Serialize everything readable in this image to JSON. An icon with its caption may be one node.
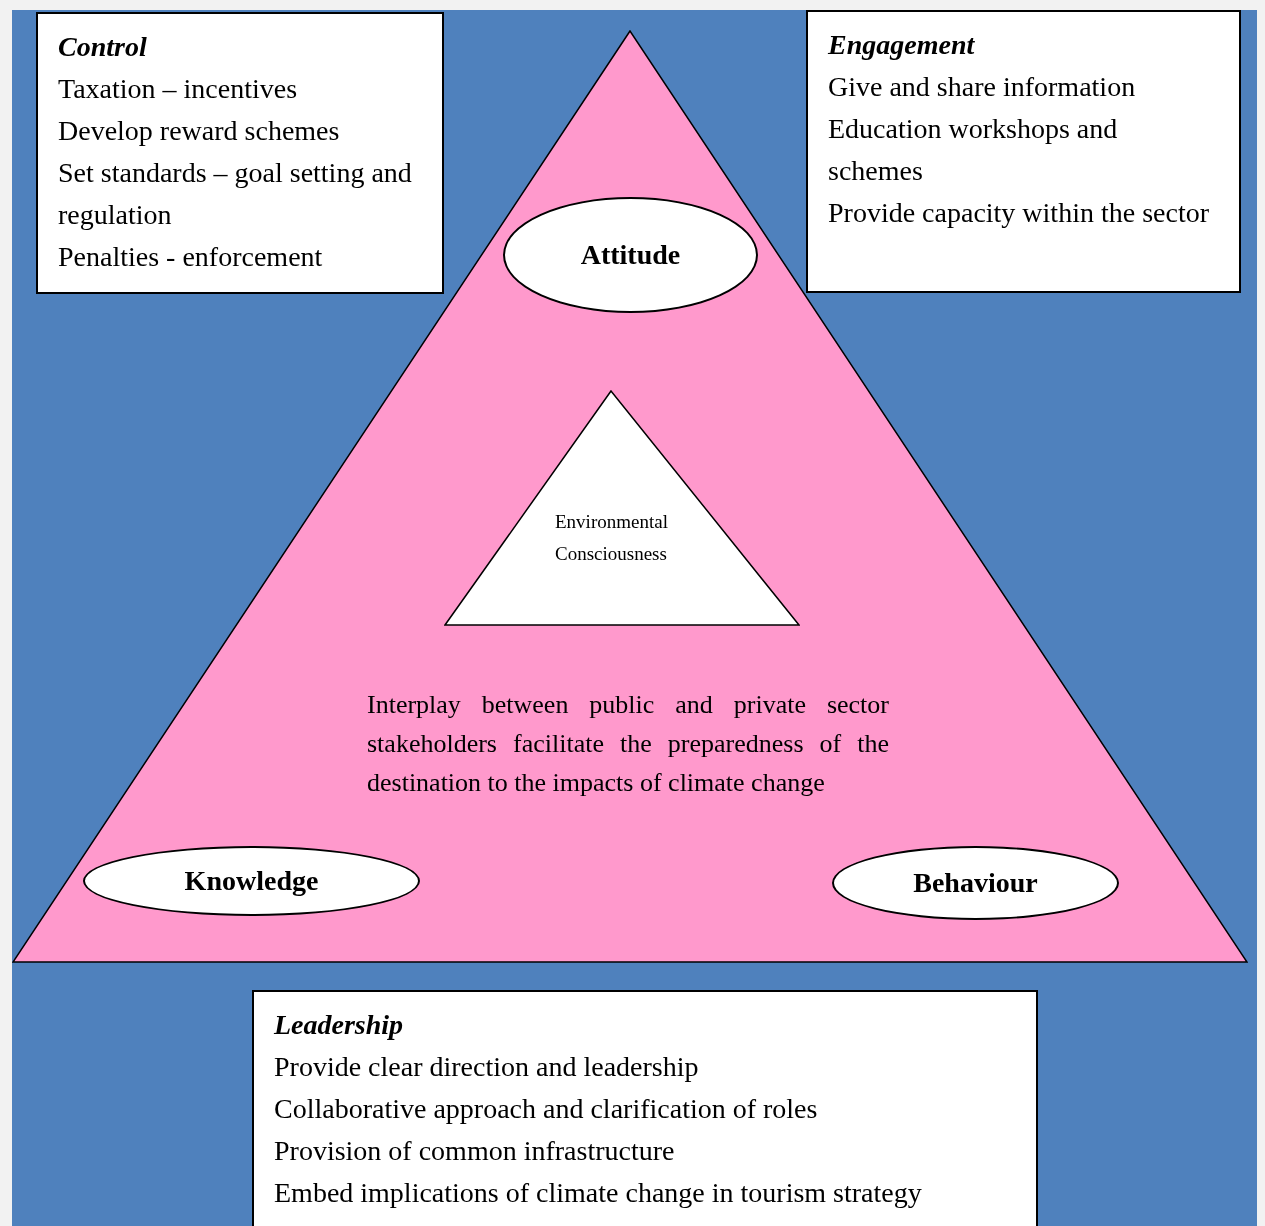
{
  "diagram": {
    "nodes": [
      {
        "text": [
          "Control",
          "Taxation – incentives",
          "Develop reward schemes",
          "Set standards – goal setting and regulation",
          "Penalties - enforcement"
        ]
      },
      {
        "text": [
          "Engagement",
          "Give and share information",
          "Education workshops and schemes",
          "Provide capacity within the sector"
        ]
      },
      {
        "text": [
          "Interplay between public and private sector stakeholders facilitate the preparedness of the destination to the impacts of climate change"
        ]
      },
      {
        "text": [
          "Attitude"
        ],
        "in": 2
      },
      {
        "text": [
          "Environmental Consciousness"
        ],
        "in": 2
      },
      {
        "text": [
          "Knowledge"
        ],
        "in": 2
      },
      {
        "text": [
          "Behaviour"
        ],
        "in": 2
      },
      {
        "text": [
          "Leadership",
          "Provide clear direction and leadership",
          "Collaborative approach and clarification of roles",
          "Provision of common infrastructure",
          "Embed implications of climate change in tourism strategy"
        ]
      }
    ]
  }
}
